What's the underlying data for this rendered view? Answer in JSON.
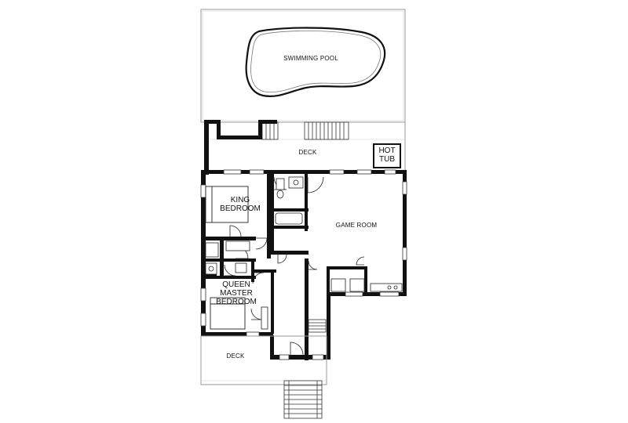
{
  "plan": {
    "labels": {
      "swimming_pool": "SWIMMING POOL",
      "deck_upper": "DECK",
      "hot_tub_line1": "HOT",
      "hot_tub_line2": "TUB",
      "king_line1": "KING",
      "king_line2": "BEDROOM",
      "game_room": "GAME ROOM",
      "queen_line1": "QUEEN",
      "queen_line2": "MASTER",
      "queen_line3": "BEDROOM",
      "deck_lower": "DECK"
    }
  }
}
